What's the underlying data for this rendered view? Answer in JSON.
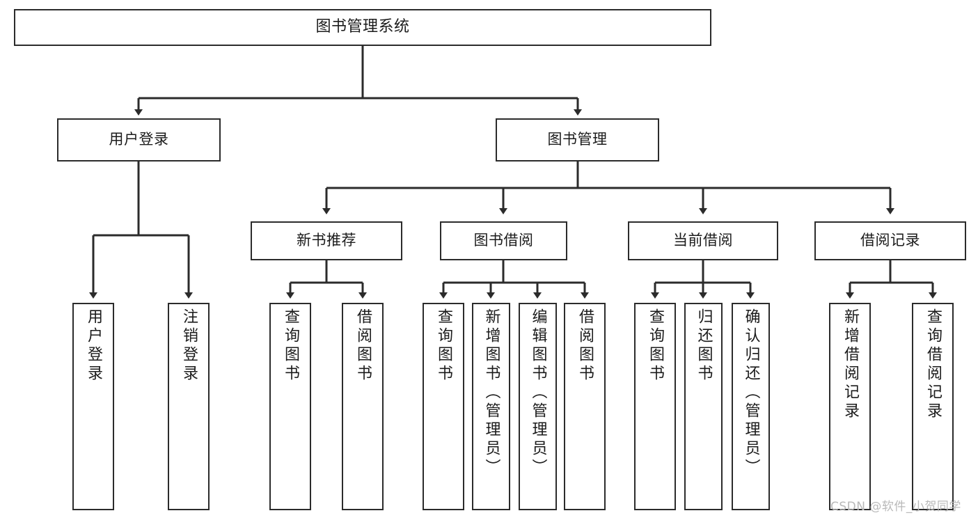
{
  "diagram": {
    "title": "图书管理系统",
    "type": "hierarchy-tree",
    "levels": 4,
    "colors": {
      "box_stroke": "#2b2b2b",
      "box_fill": "#ffffff",
      "edge": "#2b2b2b",
      "text": "#1b1b1b",
      "watermark": "#b9b9b9"
    },
    "root": {
      "id": "root",
      "label": "图书管理系统"
    },
    "level2": [
      {
        "id": "user-login",
        "label": "用户登录"
      },
      {
        "id": "book-manage",
        "label": "图书管理"
      }
    ],
    "level3": [
      {
        "id": "new-book-recommend",
        "label": "新书推荐",
        "parent": "book-manage"
      },
      {
        "id": "book-borrow",
        "label": "图书借阅",
        "parent": "book-manage"
      },
      {
        "id": "current-borrow",
        "label": "当前借阅",
        "parent": "book-manage"
      },
      {
        "id": "borrow-record",
        "label": "借阅记录",
        "parent": "book-manage"
      }
    ],
    "leaves": [
      {
        "id": "leaf-user-login",
        "label": "用户登录",
        "parent": "user-login"
      },
      {
        "id": "leaf-user-logout",
        "label": "注销登录",
        "parent": "user-login"
      },
      {
        "id": "leaf-query-book-1",
        "label": "查询图书",
        "parent": "new-book-recommend"
      },
      {
        "id": "leaf-borrow-book-1",
        "label": "借阅图书",
        "parent": "new-book-recommend"
      },
      {
        "id": "leaf-query-book-2",
        "label": "查询图书",
        "parent": "book-borrow"
      },
      {
        "id": "leaf-add-book",
        "label": "新增图书（管理员）",
        "parent": "book-borrow"
      },
      {
        "id": "leaf-edit-book",
        "label": "编辑图书（管理员）",
        "parent": "book-borrow"
      },
      {
        "id": "leaf-borrow-book-2",
        "label": "借阅图书",
        "parent": "book-borrow"
      },
      {
        "id": "leaf-query-book-3",
        "label": "查询图书",
        "parent": "current-borrow"
      },
      {
        "id": "leaf-return-book",
        "label": "归还图书",
        "parent": "current-borrow"
      },
      {
        "id": "leaf-confirm-return",
        "label": "确认归还（管理员）",
        "parent": "current-borrow"
      },
      {
        "id": "leaf-add-record",
        "label": "新增借阅记录",
        "parent": "borrow-record"
      },
      {
        "id": "leaf-query-record",
        "label": "查询借阅记录",
        "parent": "borrow-record"
      }
    ]
  },
  "watermark": {
    "text": "CSDN @软件_小贺同学"
  }
}
